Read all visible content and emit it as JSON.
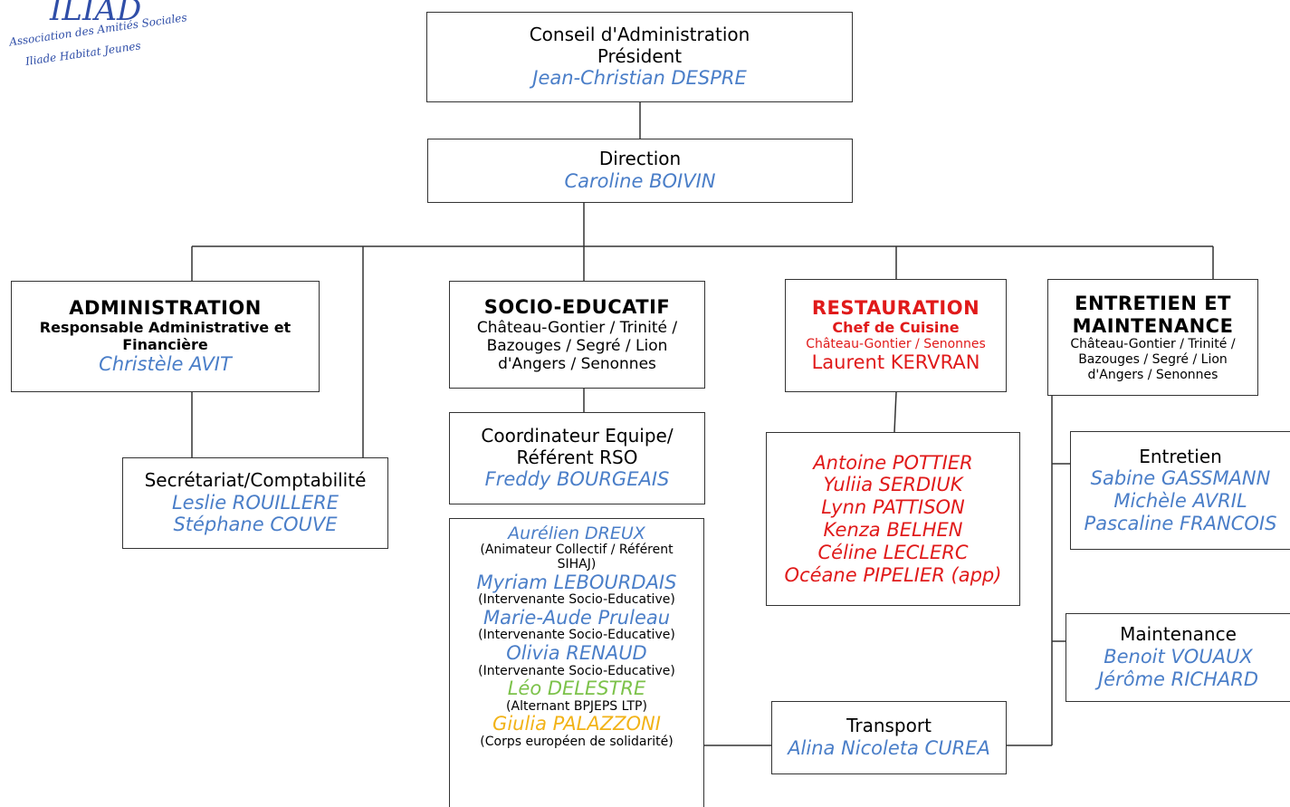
{
  "logo": {
    "abbr": "ILIAD",
    "line1": "Association des Amitiés Sociales",
    "line2": "Iliade Habitat Jeunes"
  },
  "conseil": {
    "title": "Conseil d'Administration",
    "role": "Président",
    "name": "Jean-Christian DESPRE"
  },
  "direction": {
    "title": "Direction",
    "name": "Caroline BOIVIN"
  },
  "administration": {
    "title": "ADMINISTRATION",
    "role_line1": "Responsable Administrative et",
    "role_line2": "Financière",
    "name": "Christèle AVIT"
  },
  "secretariat": {
    "title": "Secrétariat/Comptabilité",
    "names": [
      "Leslie ROUILLERE",
      "Stéphane COUVE"
    ]
  },
  "socio": {
    "title": "SOCIO-EDUCATIF",
    "sites": [
      "Château-Gontier / Trinité /",
      "Bazouges / Segré / Lion",
      "d'Angers / Senonnes"
    ]
  },
  "coordinateur": {
    "title_line1": "Coordinateur Equipe/",
    "title_line2": "Référent RSO",
    "name": "Freddy BOURGEAIS"
  },
  "team": {
    "members": [
      {
        "name": "Aurélien DREUX",
        "role_line1": "(Animateur Collectif / Référent",
        "role_line2": "SIHAJ)"
      },
      {
        "name": "Myriam LEBOURDAIS",
        "role": "(Intervenante Socio-Educative)"
      },
      {
        "name": "Marie-Aude Pruleau",
        "role": "(Intervenante Socio-Educative)"
      },
      {
        "name": "Olivia RENAUD",
        "role": "(Intervenante Socio-Educative)"
      },
      {
        "name": "Léo DELESTRE",
        "role": "(Alternant BPJEPS LTP)"
      },
      {
        "name": "Giulia PALAZZONI",
        "role": "(Corps européen de solidarité)"
      }
    ]
  },
  "restauration": {
    "title": "RESTAURATION",
    "role": "Chef de Cuisine",
    "sites": "Château-Gontier / Senonnes",
    "name": "Laurent KERVRAN"
  },
  "cuisine_team": {
    "names": [
      "Antoine POTTIER",
      "Yuliia SERDIUK",
      "Lynn PATTISON",
      "Kenza BELHEN",
      "Céline LECLERC",
      "Océane PIPELIER (app)"
    ]
  },
  "transport": {
    "title": "Transport",
    "name": "Alina Nicoleta CUREA"
  },
  "entretien_maintenance": {
    "title_line1": "ENTRETIEN ET",
    "title_line2": "MAINTENANCE",
    "sites": [
      "Château-Gontier / Trinité /",
      "Bazouges / Segré / Lion",
      "d'Angers / Senonnes"
    ]
  },
  "entretien": {
    "title": "Entretien",
    "names": [
      "Sabine GASSMANN",
      "Michèle AVRIL",
      "Pascaline FRANCOIS"
    ]
  },
  "maintenance": {
    "title": "Maintenance",
    "names": [
      "Benoit VOUAUX",
      "Jérôme RICHARD"
    ]
  },
  "colors": {
    "name_blue": "#4a7ec8",
    "red": "#e01a1a",
    "green": "#7cc24a",
    "yellow": "#f2b318",
    "border": "#333333"
  }
}
